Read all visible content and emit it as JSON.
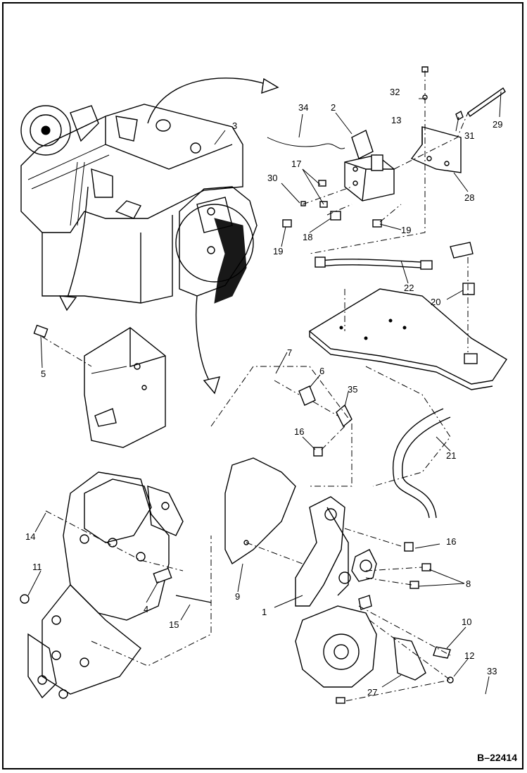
{
  "diagram": {
    "reference": "B–22414",
    "callouts": [
      {
        "id": "c1",
        "label": "1"
      },
      {
        "id": "c2",
        "label": "2"
      },
      {
        "id": "c3",
        "label": "3"
      },
      {
        "id": "c4",
        "label": "4"
      },
      {
        "id": "c5",
        "label": "5"
      },
      {
        "id": "c6",
        "label": "6"
      },
      {
        "id": "c7",
        "label": "7"
      },
      {
        "id": "c8",
        "label": "8"
      },
      {
        "id": "c9",
        "label": "9"
      },
      {
        "id": "c10",
        "label": "10"
      },
      {
        "id": "c11",
        "label": "11"
      },
      {
        "id": "c12",
        "label": "12"
      },
      {
        "id": "c13",
        "label": "13"
      },
      {
        "id": "c14",
        "label": "14"
      },
      {
        "id": "c15",
        "label": "15"
      },
      {
        "id": "c16a",
        "label": "16"
      },
      {
        "id": "c16b",
        "label": "16"
      },
      {
        "id": "c17",
        "label": "17"
      },
      {
        "id": "c18",
        "label": "18"
      },
      {
        "id": "c19a",
        "label": "19"
      },
      {
        "id": "c19b",
        "label": "19"
      },
      {
        "id": "c20",
        "label": "20"
      },
      {
        "id": "c21",
        "label": "21"
      },
      {
        "id": "c22",
        "label": "22"
      },
      {
        "id": "c27",
        "label": "27"
      },
      {
        "id": "c28",
        "label": "28"
      },
      {
        "id": "c29",
        "label": "29"
      },
      {
        "id": "c30",
        "label": "30"
      },
      {
        "id": "c31",
        "label": "31"
      },
      {
        "id": "c32",
        "label": "32"
      },
      {
        "id": "c33",
        "label": "33"
      },
      {
        "id": "c34",
        "label": "34"
      },
      {
        "id": "c35",
        "label": "35"
      }
    ]
  }
}
